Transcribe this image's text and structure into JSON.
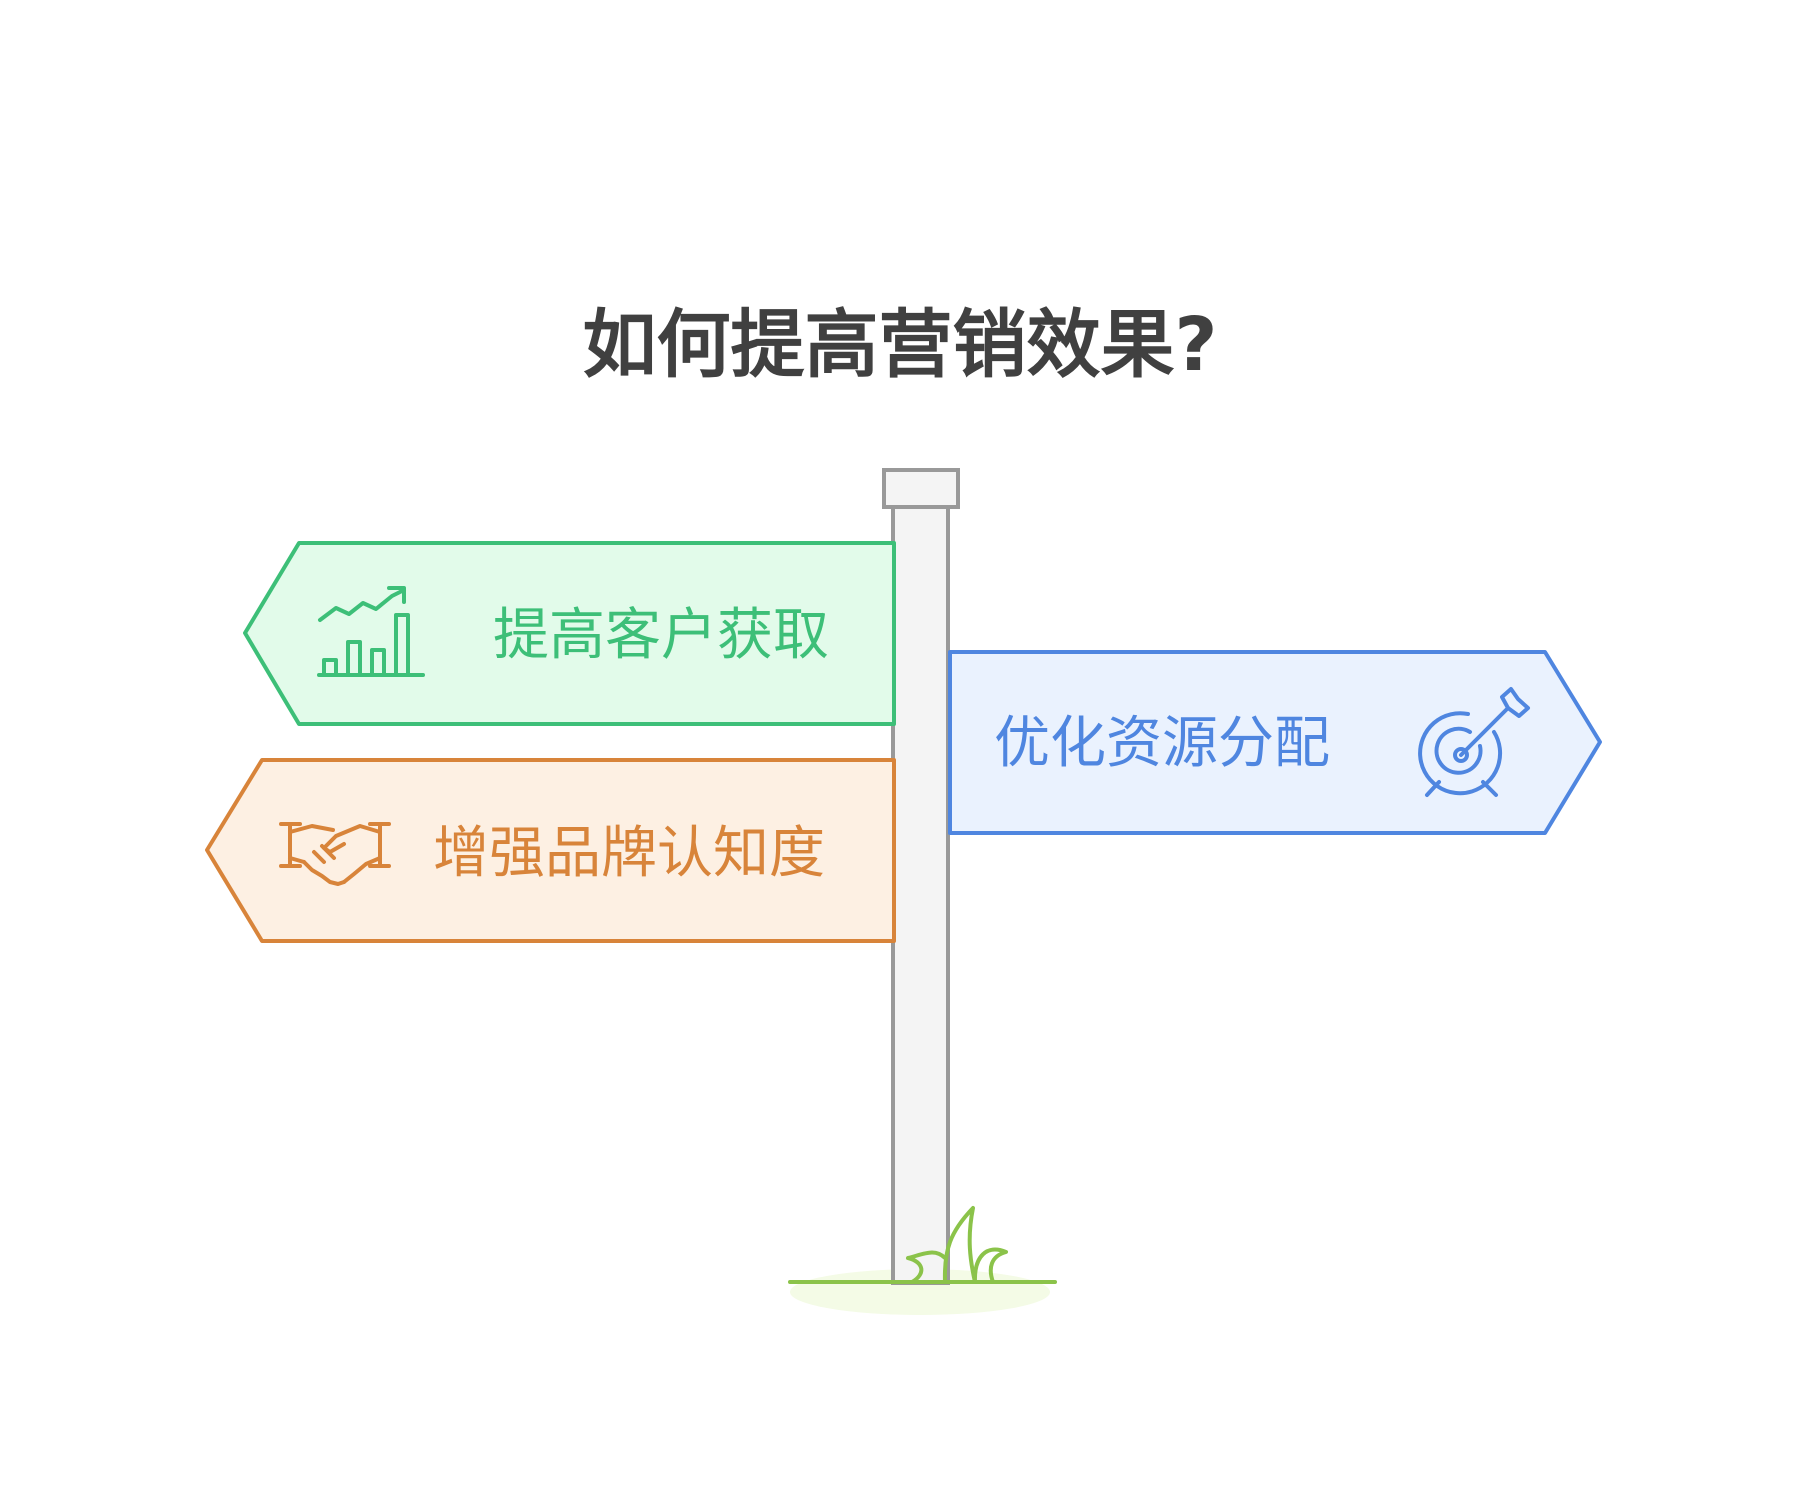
{
  "title": "如何提高营销效果?",
  "signs": [
    {
      "label": "提高客户获取",
      "icon": "growth-chart-icon",
      "direction": "left",
      "stroke": "#3dbf78",
      "fill": "#e2fbea",
      "text_color": "#3dbf78"
    },
    {
      "label": "优化资源分配",
      "icon": "target-arrow-icon",
      "direction": "right",
      "stroke": "#4f86e0",
      "fill": "#eaf2fe",
      "text_color": "#4f86e0"
    },
    {
      "label": "增强品牌认知度",
      "icon": "handshake-icon",
      "direction": "left",
      "stroke": "#d8843a",
      "fill": "#fdf0e3",
      "text_color": "#d8843a"
    }
  ],
  "colors": {
    "title": "#404040",
    "post_fill": "#f4f4f4",
    "post_stroke": "#999999",
    "grass": "#8bc34a",
    "ground_shadow": "#f4fbe6"
  }
}
